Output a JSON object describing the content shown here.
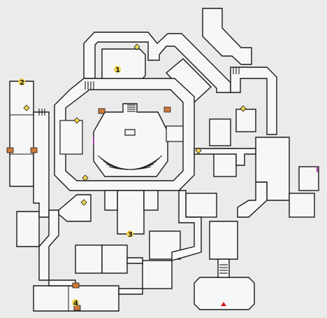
{
  "map": {
    "colors": {
      "background": "#ebebeb",
      "floor": "#f7f7f7",
      "wall": "#1a1a1a",
      "item": "#f2d64b",
      "chest": "#d07a3a",
      "door": "#b040b0",
      "arrow": "#d01818"
    },
    "markers": [
      {
        "id": "1",
        "label": "1"
      },
      {
        "id": "2",
        "label": "2"
      },
      {
        "id": "3",
        "label": "3"
      },
      {
        "id": "4",
        "label": "4"
      }
    ],
    "legend_icons": {
      "item": "diamond-icon",
      "chest": "treasure-chest-icon",
      "exit": "up-arrow-icon",
      "door": "door-icon",
      "stairs": "stairs-icon"
    }
  }
}
